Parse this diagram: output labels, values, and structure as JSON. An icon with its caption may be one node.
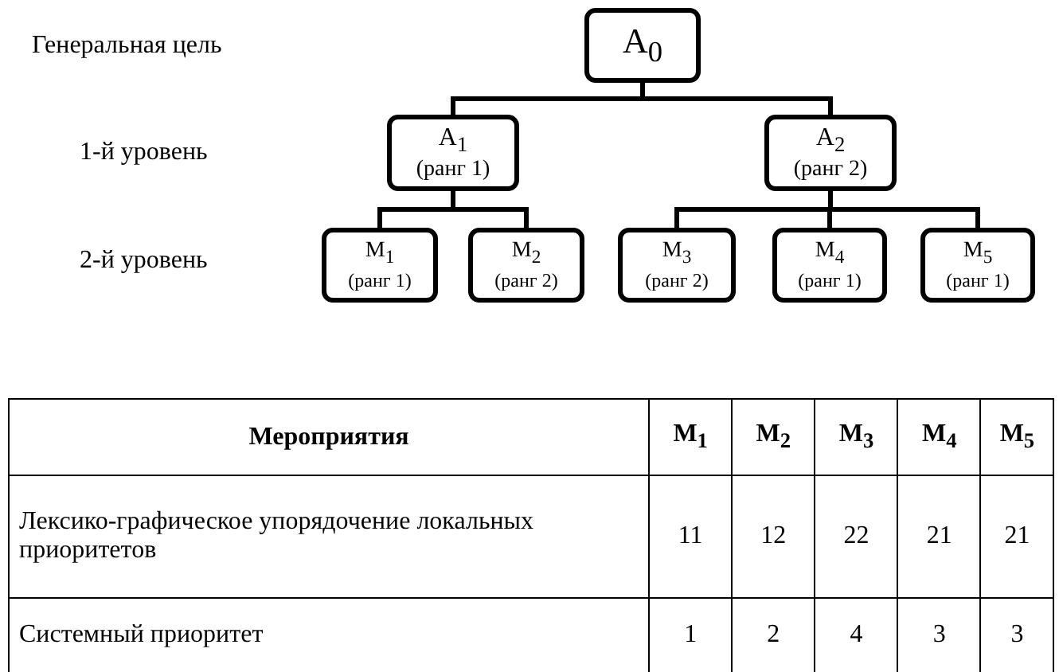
{
  "diagram": {
    "nodes": [
      {
        "text": [
          "А$_{0}$"
        ]
      },
      {
        "text": [
          "А$_{1}$",
          "(ранг 1)"
        ]
      },
      {
        "text": [
          "А$_{2}$",
          "(ранг 2)"
        ]
      },
      {
        "text": [
          "М$_{1}$",
          "(ранг 1)"
        ]
      },
      {
        "text": [
          "М$_{2}$",
          "(ранг 2)"
        ]
      },
      {
        "text": [
          "М$_{3}$",
          "(ранг 2)"
        ]
      },
      {
        "text": [
          "М$_{4}$",
          "(ранг 1)"
        ]
      },
      {
        "text": [
          "М$_{5}$",
          "(ранг 1)"
        ]
      }
    ],
    "edges": [
      {
        "from": 0,
        "to": 1,
        "arrow": "none"
      },
      {
        "from": 0,
        "to": 2,
        "arrow": "none"
      },
      {
        "from": 1,
        "to": 3,
        "arrow": "none"
      },
      {
        "from": 1,
        "to": 4,
        "arrow": "none"
      },
      {
        "from": 2,
        "to": 5,
        "arrow": "none"
      },
      {
        "from": 2,
        "to": 6,
        "arrow": "none"
      },
      {
        "from": 2,
        "to": 7,
        "arrow": "none"
      }
    ],
    "labels": [
      "Генеральная цель",
      "1-й уровень",
      "2-й уровень",
      "Мероприятия",
      "М$_{1}$",
      "М$_{2}$",
      "М$_{3}$",
      "М$_{4}$",
      "М$_{5}$",
      "Лексико-графическое упорядочение локальных приоритетов",
      "11",
      "12",
      "22",
      "21",
      "21",
      "Системный приоритет",
      "1",
      "2",
      "4",
      "3",
      "3"
    ]
  }
}
